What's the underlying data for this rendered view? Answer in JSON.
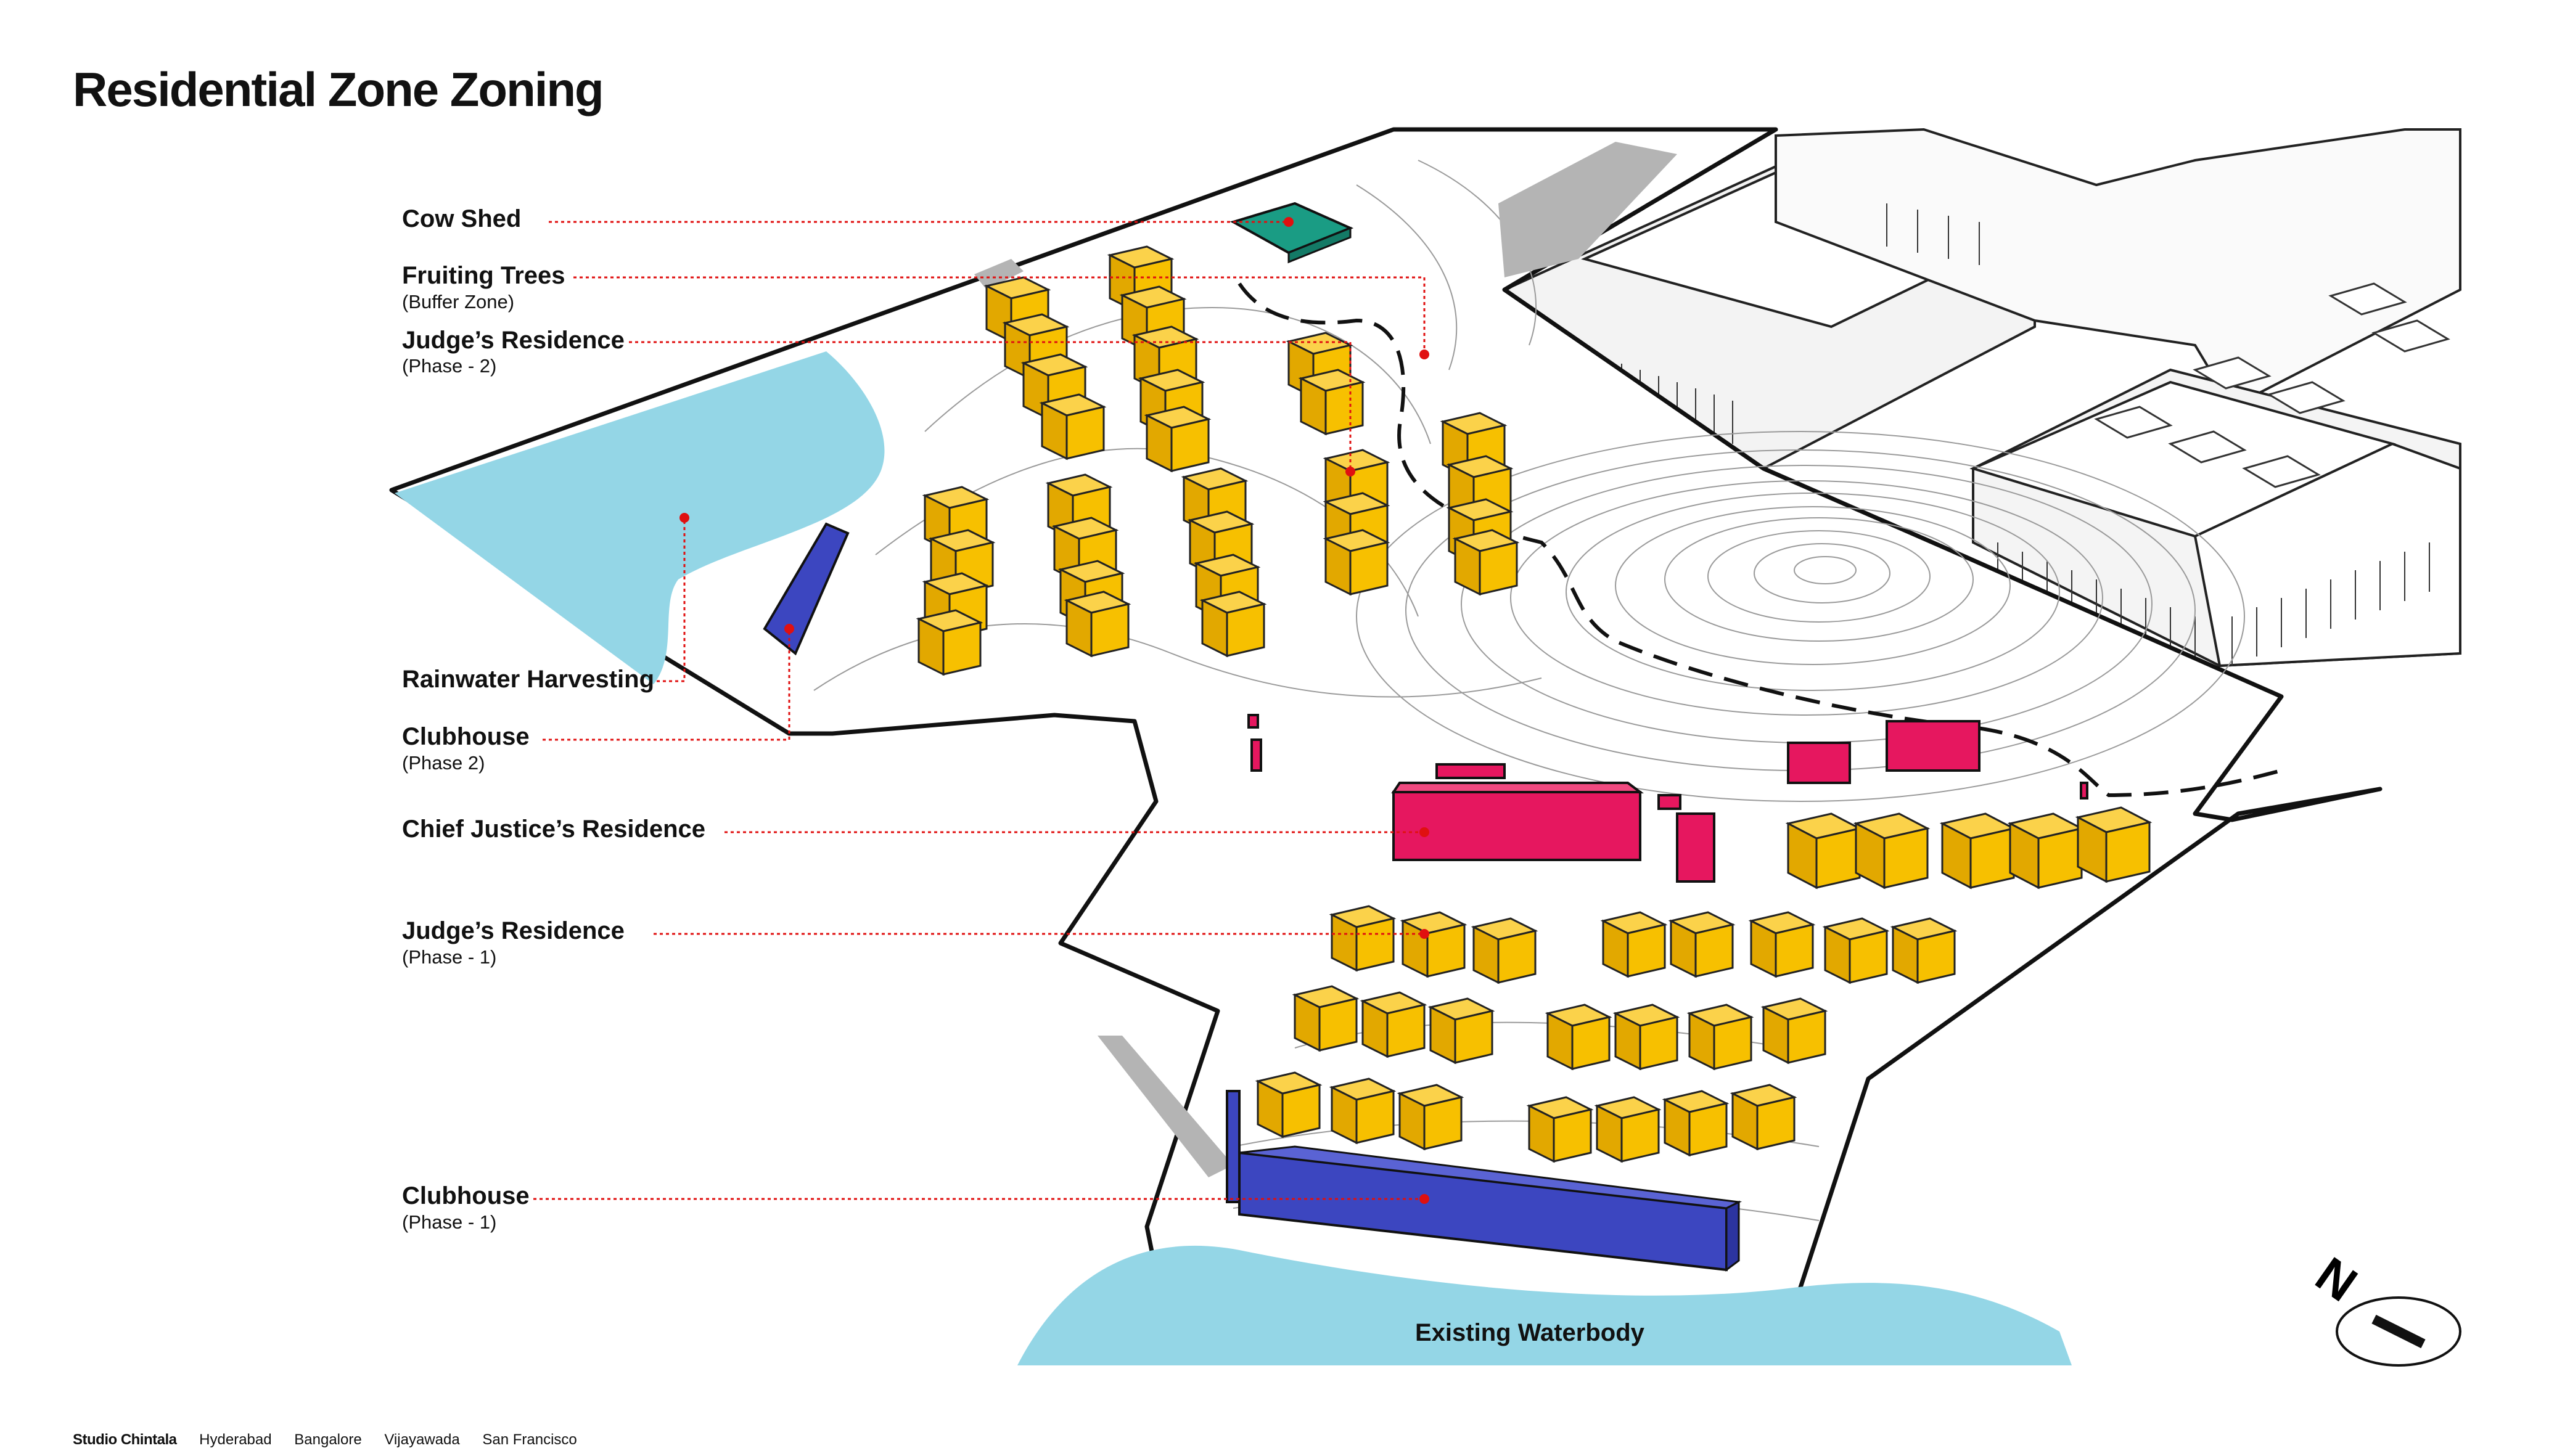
{
  "title": "Residential Zone Zoning",
  "labels": {
    "cow_shed": "Cow Shed",
    "fruiting_trees": "Fruiting Trees",
    "fruiting_trees_sub": "(Buffer Zone)",
    "judges_phase2": "Judge’s Residence",
    "judges_phase2_sub": "(Phase - 2)",
    "rainwater": "Rainwater Harvesting",
    "clubhouse_phase2": "Clubhouse",
    "clubhouse_phase2_sub": "(Phase 2)",
    "chief_justice": "Chief Justice’s Residence",
    "judges_phase1": "Judge’s Residence",
    "judges_phase1_sub": "(Phase - 1)",
    "clubhouse_phase1": "Clubhouse",
    "clubhouse_phase1_sub": "(Phase - 1)",
    "waterbody": "Existing Waterbody"
  },
  "compass": {
    "letter": "N"
  },
  "footer": {
    "brand": "Studio Chintala",
    "cities": [
      "Hyderabad",
      "Bangalore",
      "Vijayawada",
      "San Francisco"
    ]
  },
  "colors": {
    "residence": "#f7c000",
    "chief_justice": "#e6175f",
    "clubhouse": "#3c46c0",
    "cow_shed": "#1a9c84",
    "water": "#94d6e6",
    "leader": "#e01010"
  }
}
